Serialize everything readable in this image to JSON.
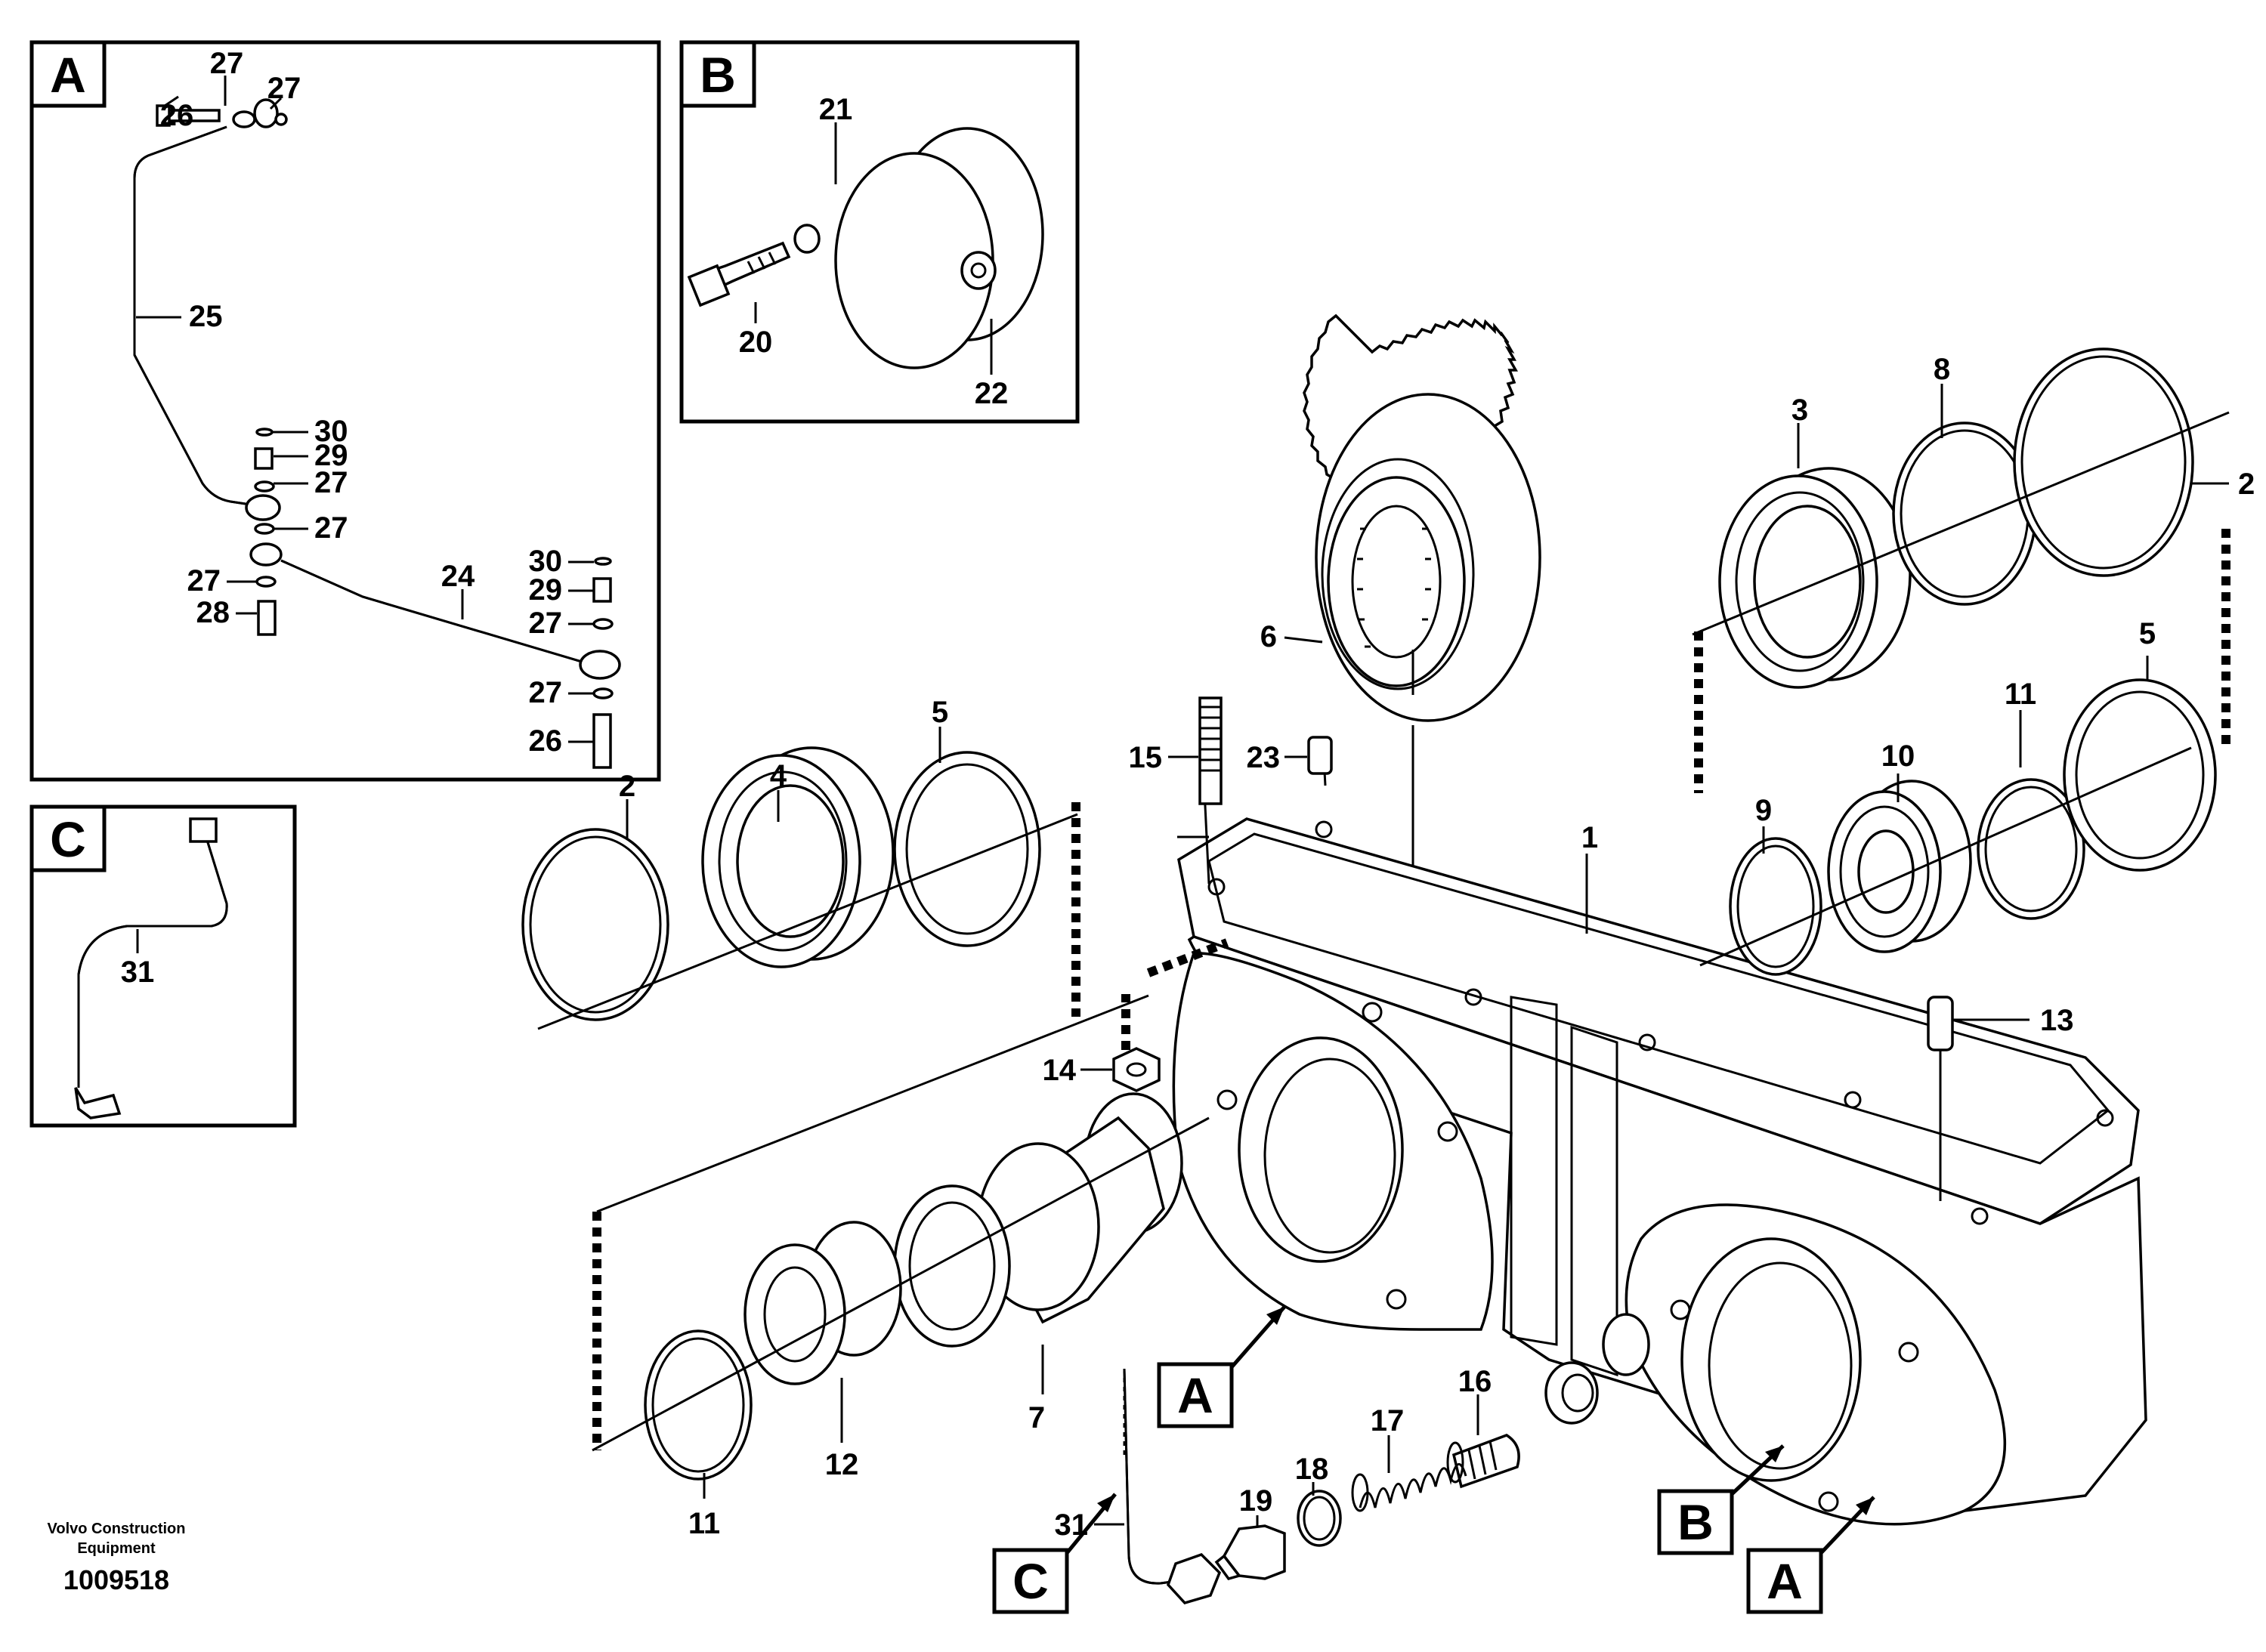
{
  "footer": {
    "maker_line1": "Volvo Construction",
    "maker_line2": "Equipment",
    "code": "1009518"
  },
  "insets": {
    "A": {
      "letter": "A",
      "labels": [
        "27",
        "27",
        "26",
        "25",
        "30",
        "29",
        "27",
        "27",
        "27",
        "28",
        "24",
        "30",
        "29",
        "27",
        "27",
        "26"
      ]
    },
    "B": {
      "letter": "B",
      "labels": [
        "21",
        "20",
        "22"
      ]
    },
    "C": {
      "letter": "C",
      "labels": [
        "31"
      ]
    }
  },
  "main": {
    "labels": [
      "6",
      "3",
      "8",
      "2",
      "5",
      "2",
      "4",
      "5",
      "15",
      "23",
      "1",
      "11",
      "10",
      "9",
      "14",
      "13",
      "7",
      "12",
      "11",
      "16",
      "17",
      "18",
      "19",
      "31"
    ],
    "refs": [
      "A",
      "B",
      "A",
      "C"
    ]
  }
}
